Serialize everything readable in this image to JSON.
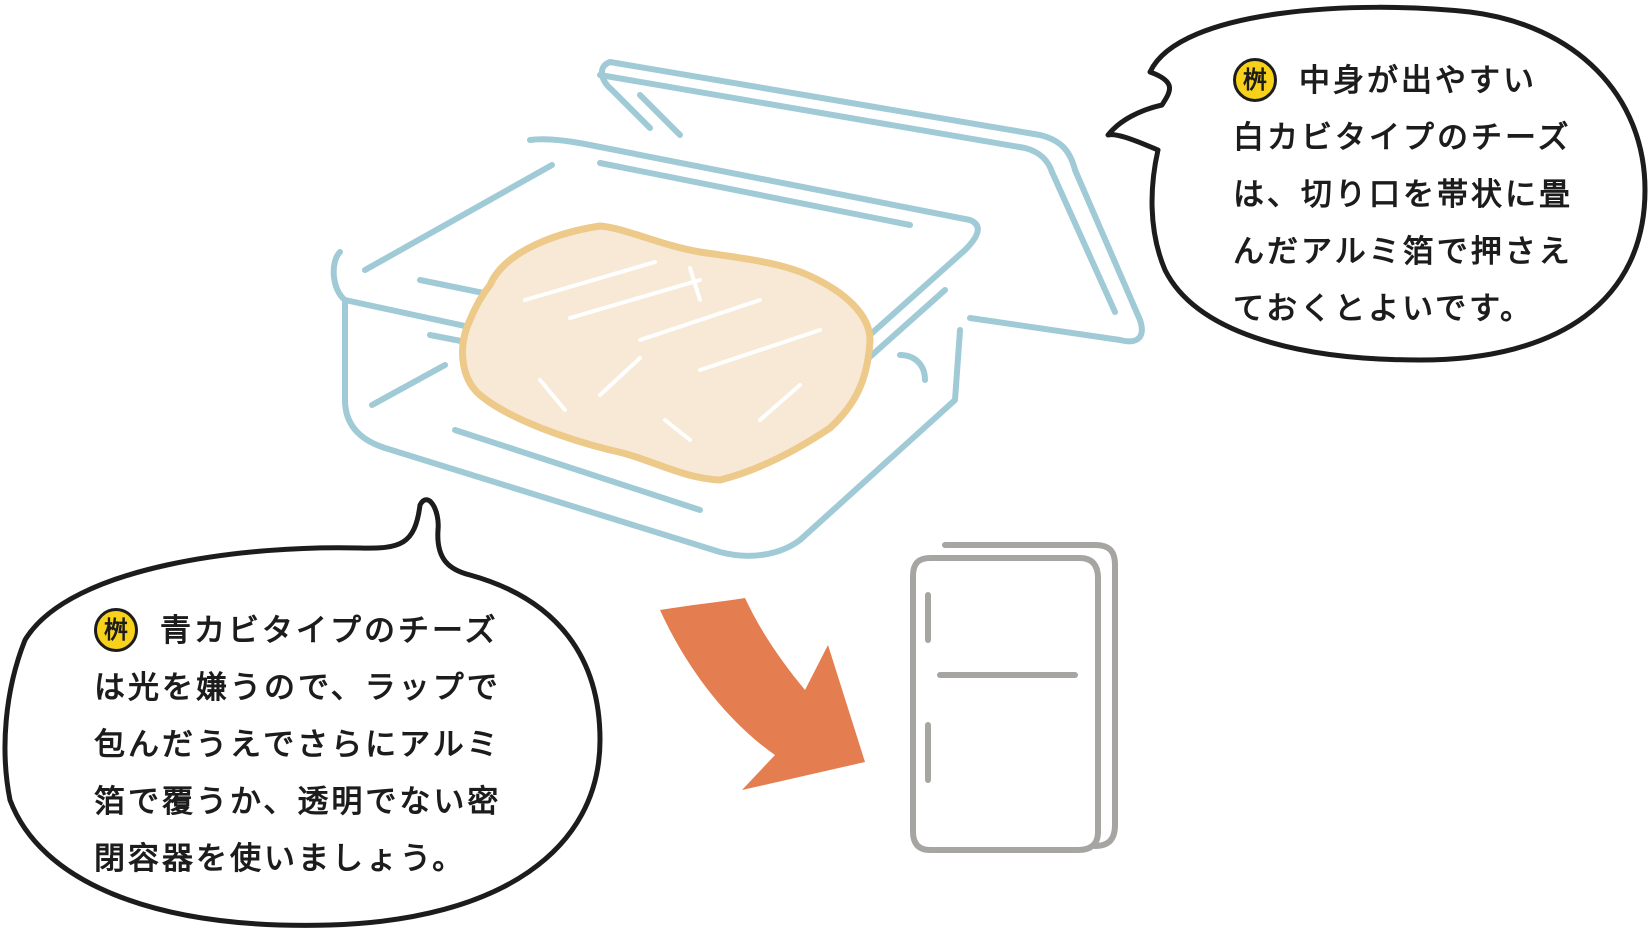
{
  "bubble_right": {
    "badge": "桝",
    "lines": [
      "中身が出やすい",
      "白カビタイプのチーズ",
      "は、切り口を帯状に畳",
      "んだアルミ箔で押さえ",
      "ておくとよいです。"
    ]
  },
  "bubble_left": {
    "badge": "桝",
    "lines": [
      "青カビタイプのチーズ",
      "は光を嫌うので、ラップで",
      "包んだうえでさらにアルミ",
      "箔で覆うか、透明でない密",
      "閉容器を使いましょう。"
    ]
  },
  "colors": {
    "container": "#9fcad6",
    "cheese_fill": "#f8e9d6",
    "cheese_edge": "#edc98a",
    "arrow": "#e47d50",
    "fridge": "#a7a5a2",
    "badge": "#f7d11a",
    "ink": "#1c1c1c"
  }
}
